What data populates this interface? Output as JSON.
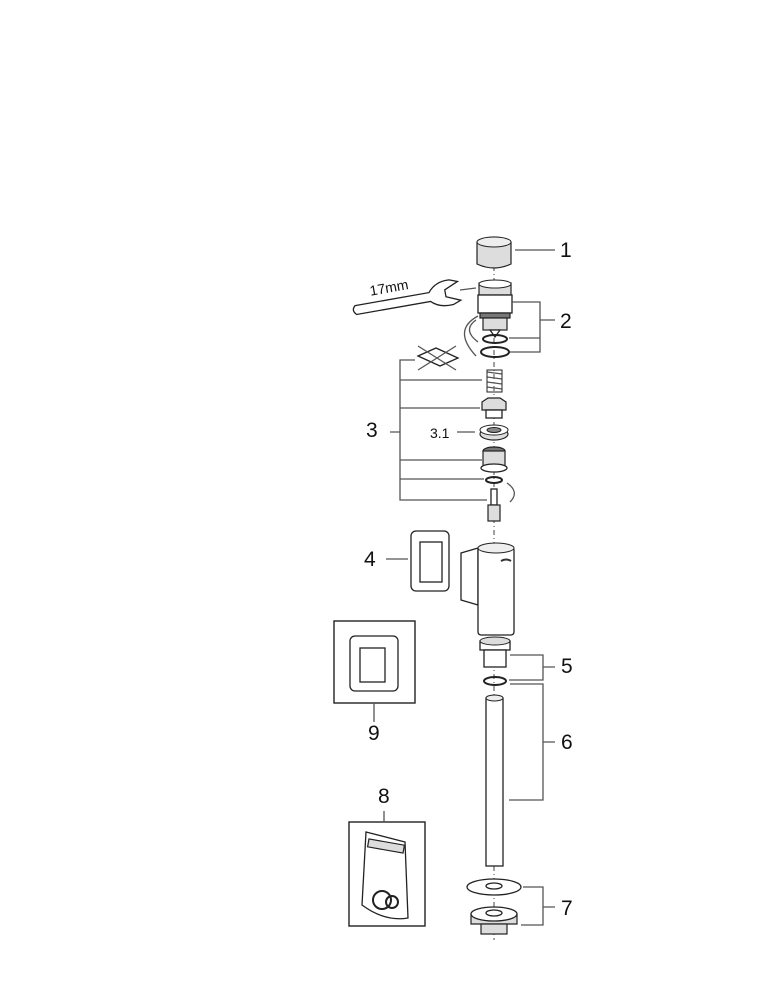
{
  "title": "Exploded parts diagram",
  "labels": {
    "part1": "1",
    "part2": "2",
    "part3": "3",
    "part3_1": "3.1",
    "part4": "4",
    "part5": "5",
    "part6": "6",
    "part7": "7",
    "part8": "8",
    "part9": "9"
  },
  "wrench_size": "17mm"
}
